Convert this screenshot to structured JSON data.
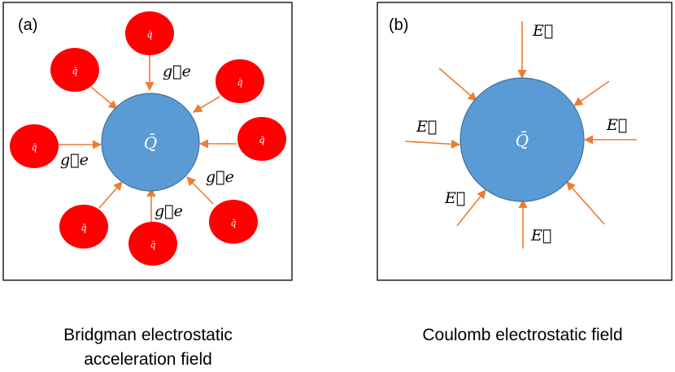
{
  "panel_a": {
    "label": "(a)",
    "center_charge": "Q̄",
    "satellite_charge": "q̄",
    "field_label": "g⃗e",
    "caption_line1": "Bridgman electrostatic",
    "caption_line2": "acceleration field"
  },
  "panel_b": {
    "label": "(b)",
    "center_charge": "Q̄",
    "field_label": "E⃗",
    "caption": "Coulomb electrostatic field"
  },
  "colors": {
    "center": "#5b9bd5",
    "center_stroke": "#41719c",
    "satellite": "#ff0000",
    "arrow": "#ed7d31",
    "frame": "#000000"
  }
}
